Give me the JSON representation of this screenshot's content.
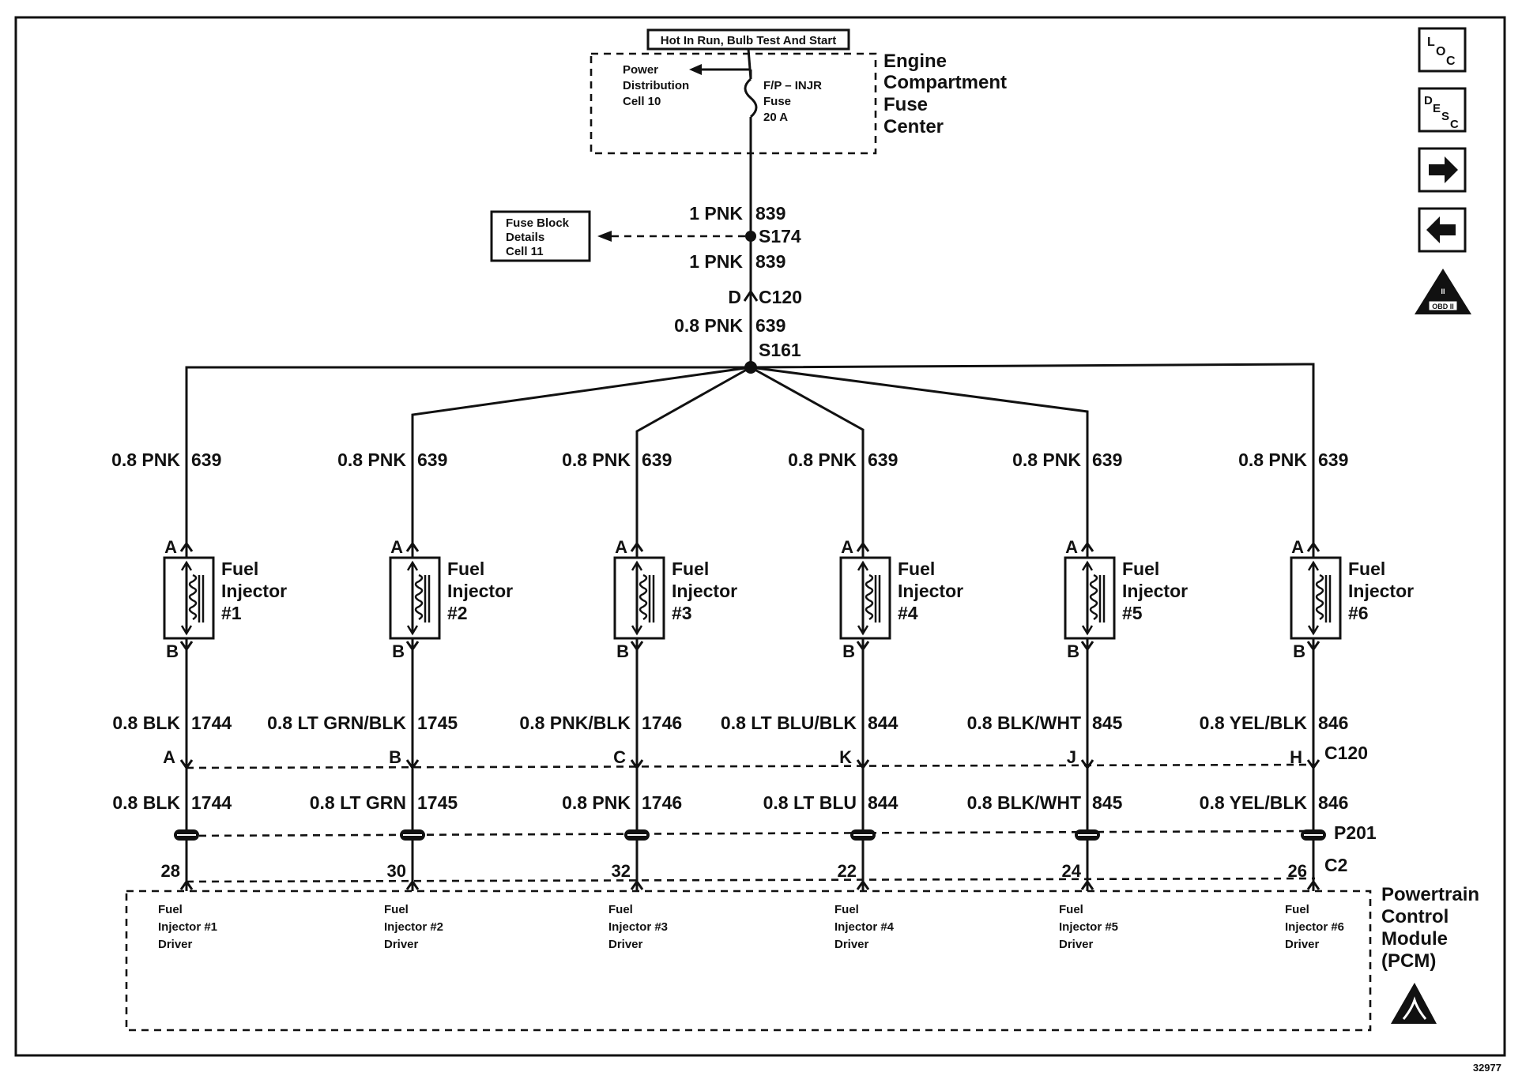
{
  "power": {
    "source_label": "Hot In Run, Bulb Test And Start",
    "pdc_ref": [
      "Power",
      "Distribution",
      "Cell 10"
    ],
    "fuse_name": "F/P – INJR",
    "fuse_word": "Fuse",
    "fuse_rating": "20 A",
    "fuse_center": [
      "Engine",
      "Compartment",
      "Fuse",
      "Center"
    ]
  },
  "feed": {
    "wire_upper": "1 PNK",
    "circuit_upper": "839",
    "splice_s174": "S174",
    "fuse_block_ref": [
      "Fuse Block",
      "Details",
      "Cell 11"
    ],
    "wire_lower": "1 PNK",
    "circuit_lower": "839",
    "conn_pin": "D",
    "conn_c120": "C120",
    "wire_main": "0.8 PNK",
    "circuit_main": "639",
    "splice_s161": "S161"
  },
  "injectors": [
    {
      "feed_wire": "0.8 PNK",
      "feed_circuit": "639",
      "pin_a": "A",
      "pin_b": "B",
      "name": [
        "Fuel",
        "Injector",
        "#1"
      ],
      "ctrl_wire": "0.8 BLK",
      "ctrl_circuit": "1744",
      "c120_pin": "A",
      "lower_wire": "0.8 BLK",
      "lower_circuit": "1744",
      "pcm_pin": "28",
      "driver": [
        "Fuel",
        "Injector #1",
        "Driver"
      ]
    },
    {
      "feed_wire": "0.8 PNK",
      "feed_circuit": "639",
      "pin_a": "A",
      "pin_b": "B",
      "name": [
        "Fuel",
        "Injector",
        "#2"
      ],
      "ctrl_wire": "0.8 LT GRN/BLK",
      "ctrl_circuit": "1745",
      "c120_pin": "B",
      "lower_wire": "0.8 LT GRN",
      "lower_circuit": "1745",
      "pcm_pin": "30",
      "driver": [
        "Fuel",
        "Injector #2",
        "Driver"
      ]
    },
    {
      "feed_wire": "0.8 PNK",
      "feed_circuit": "639",
      "pin_a": "A",
      "pin_b": "B",
      "name": [
        "Fuel",
        "Injector",
        "#3"
      ],
      "ctrl_wire": "0.8 PNK/BLK",
      "ctrl_circuit": "1746",
      "c120_pin": "C",
      "lower_wire": "0.8 PNK",
      "lower_circuit": "1746",
      "pcm_pin": "32",
      "driver": [
        "Fuel",
        "Injector #3",
        "Driver"
      ]
    },
    {
      "feed_wire": "0.8 PNK",
      "feed_circuit": "639",
      "pin_a": "A",
      "pin_b": "B",
      "name": [
        "Fuel",
        "Injector",
        "#4"
      ],
      "ctrl_wire": "0.8 LT BLU/BLK",
      "ctrl_circuit": "844",
      "c120_pin": "K",
      "lower_wire": "0.8 LT BLU",
      "lower_circuit": "844",
      "pcm_pin": "22",
      "driver": [
        "Fuel",
        "Injector #4",
        "Driver"
      ]
    },
    {
      "feed_wire": "0.8 PNK",
      "feed_circuit": "639",
      "pin_a": "A",
      "pin_b": "B",
      "name": [
        "Fuel",
        "Injector",
        "#5"
      ],
      "ctrl_wire": "0.8 BLK/WHT",
      "ctrl_circuit": "845",
      "c120_pin": "J",
      "lower_wire": "0.8 BLK/WHT",
      "lower_circuit": "845",
      "pcm_pin": "24",
      "driver": [
        "Fuel",
        "Injector #5",
        "Driver"
      ]
    },
    {
      "feed_wire": "0.8 PNK",
      "feed_circuit": "639",
      "pin_a": "A",
      "pin_b": "B",
      "name": [
        "Fuel",
        "Injector",
        "#6"
      ],
      "ctrl_wire": "0.8 YEL/BLK",
      "ctrl_circuit": "846",
      "c120_pin": "H",
      "lower_wire": "0.8 YEL/BLK",
      "lower_circuit": "846",
      "pcm_pin": "26",
      "driver": [
        "Fuel",
        "Injector #6",
        "Driver"
      ]
    }
  ],
  "connectors": {
    "c120": "C120",
    "p201": "P201",
    "c2": "C2"
  },
  "pcm": {
    "name": [
      "Powertrain",
      "Control",
      "Module",
      "(PCM)"
    ]
  },
  "nav": {
    "loc": {
      "l": "L",
      "o": "O",
      "c": "C"
    },
    "desc": {
      "d": "D",
      "e": "E",
      "s": "S",
      "c": "C"
    },
    "next_icon": "arrow-right-icon",
    "prev_icon": "arrow-left-icon",
    "obd_label": "OBD II",
    "obd_sub": "II"
  },
  "figure_number": "32977"
}
